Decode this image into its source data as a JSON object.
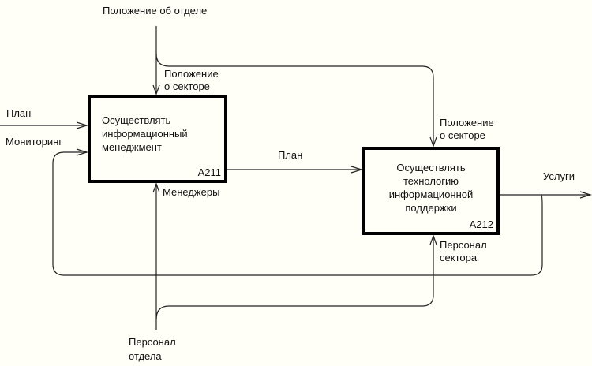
{
  "diagram": {
    "type": "IDEF0",
    "activities": [
      {
        "id": "A211",
        "lines": [
          "Осуществлять",
          "информационный",
          "менеджмент"
        ]
      },
      {
        "id": "A212",
        "lines": [
          "Осуществлять",
          "технологию",
          "информационной",
          "поддержки"
        ]
      }
    ],
    "arrows": {
      "control_top": "Положение об отделе",
      "control_a211": [
        "Положение",
        "о секторе"
      ],
      "control_a212": [
        "Положение",
        "о секторе"
      ],
      "input_plan": "План",
      "input_monitoring": "Мониторинг",
      "a211_to_a212": "План",
      "output_services": "Услуги",
      "mechanism_a211": "Менеджеры",
      "mechanism_a212": [
        "Персонал",
        "сектора"
      ],
      "mechanism_bottom": [
        "Персонал",
        "отдела"
      ]
    },
    "colors": {
      "background": "#fffff7",
      "line": "#000000"
    }
  }
}
